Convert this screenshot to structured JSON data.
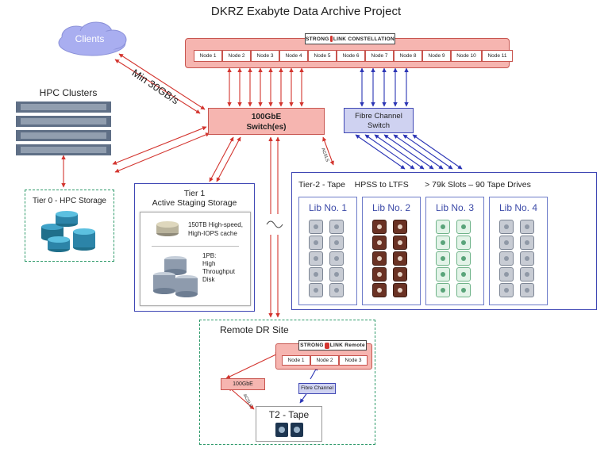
{
  "title": "DKRZ Exabyte Data Archive Project",
  "clients": {
    "label": "Clients",
    "link_label": "Min 30GB/s"
  },
  "hpc": {
    "title": "HPC Clusters"
  },
  "tier0": {
    "label": "Tier 0 - HPC Storage"
  },
  "constellation": {
    "logo_left": "STRONG",
    "logo_right": "LINK CONSTELLATION",
    "nodes": [
      "Node 1",
      "Node 2",
      "Node 3",
      "Node 4",
      "Node 5",
      "Node 6",
      "Node 7",
      "Node 8",
      "Node 9",
      "Node 10",
      "Node 11"
    ]
  },
  "switch": {
    "line1": "100GbE",
    "line2": "Switch(es)"
  },
  "fc_switch": {
    "line1": "Fibre Channel",
    "line2": "Switch"
  },
  "acsls_label": "ACSLS",
  "tier1": {
    "title_line1": "Tier 1",
    "title_line2": "Active Staging Storage",
    "cache_line1": "150TB High-speed,",
    "cache_line2": "High-IOPS cache",
    "disk_line1": "1PB:",
    "disk_line2": "High",
    "disk_line3": "Throughput",
    "disk_line4": "Disk"
  },
  "tier2": {
    "heading_a": "Tier-2 - Tape",
    "heading_b": "HPSS to LTFS",
    "heading_c": "> 79k Slots – 90 Tape Drives",
    "libs": [
      "Lib No. 1",
      "Lib No. 2",
      "Lib No. 3",
      "Lib No. 4"
    ]
  },
  "dr": {
    "title": "Remote DR Site",
    "logo_left": "STRONG",
    "logo_right": "LINK Remote",
    "nodes": [
      "Node 1",
      "Node 2",
      "Node 3"
    ],
    "switch_label": "100GbE",
    "fc_label": "Fibre Channel",
    "acsls_label": "ACSLS",
    "t2_label": "T2 - Tape"
  },
  "colors": {
    "red": "#d3352f",
    "blue": "#2b35b5",
    "switch_fill": "#f6b5b0",
    "fc_fill": "#cfd2f1",
    "dashed": "#2e9a6a"
  }
}
